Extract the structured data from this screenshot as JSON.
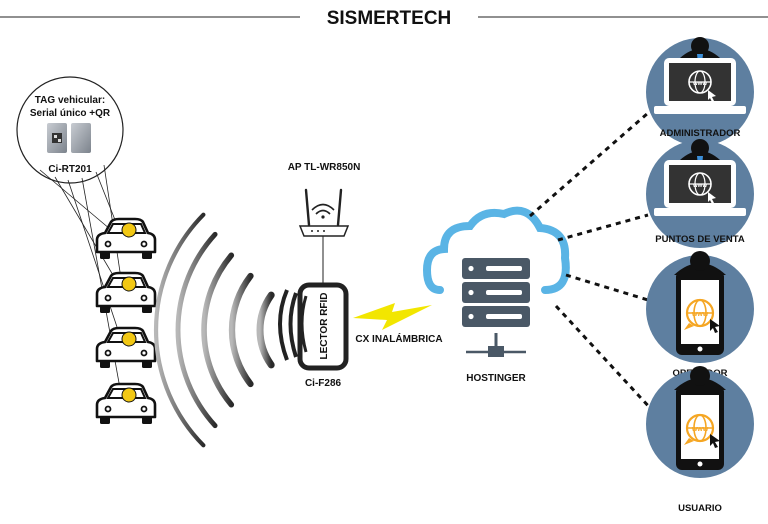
{
  "title": "SISMERTECH",
  "tag": {
    "caption_line1": "TAG vehicular:",
    "caption_line2": "Serial único +QR",
    "model": "Ci-RT201"
  },
  "access_point": {
    "label": "AP TL-WR850N"
  },
  "reader": {
    "device_text": "LECTOR RFID",
    "model": "Ci-F286"
  },
  "link": {
    "label": "CX INALÁMBRICA"
  },
  "server": {
    "label": "HOSTINGER"
  },
  "icons": {
    "laptop_screen": "www",
    "phone_screen": "www"
  },
  "users": [
    {
      "role": "ADMINISTRADOR",
      "device": "laptop"
    },
    {
      "role": "PUNTOS DE VENTA",
      "device": "laptop"
    },
    {
      "role": "OPERADOR",
      "device": "phone"
    },
    {
      "role": "USUARIO",
      "device": "phone"
    }
  ],
  "colors": {
    "circle": "#5e7fa0",
    "cloud": "#5ab4e5",
    "server": "#4a5866",
    "bolt": "#f2e600",
    "tag_dot": "#f2c814",
    "tie": "#3c8fd8",
    "orange": "#f5a623"
  }
}
